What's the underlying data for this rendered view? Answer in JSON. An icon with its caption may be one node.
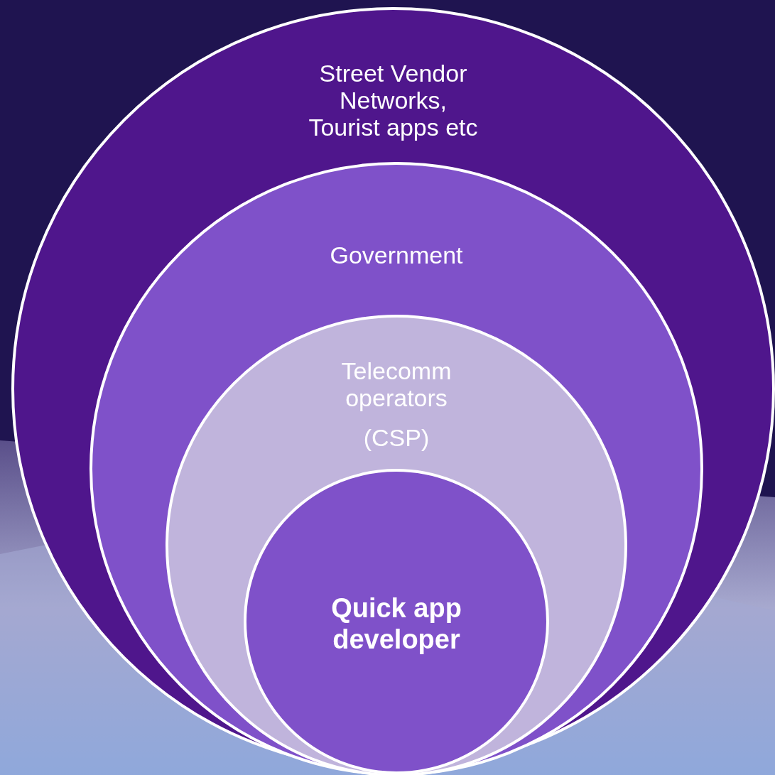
{
  "diagram": {
    "nodes": [
      {
        "text": [
          "Street Vendor Networks, Tourist apps etc"
        ]
      },
      {
        "text": [
          "Government"
        ],
        "in": 0
      },
      {
        "text": [
          "Telecomm operators",
          "(CSP)"
        ],
        "in": 1
      },
      {
        "text": [
          "Quick app developer"
        ],
        "in": 2
      }
    ]
  }
}
